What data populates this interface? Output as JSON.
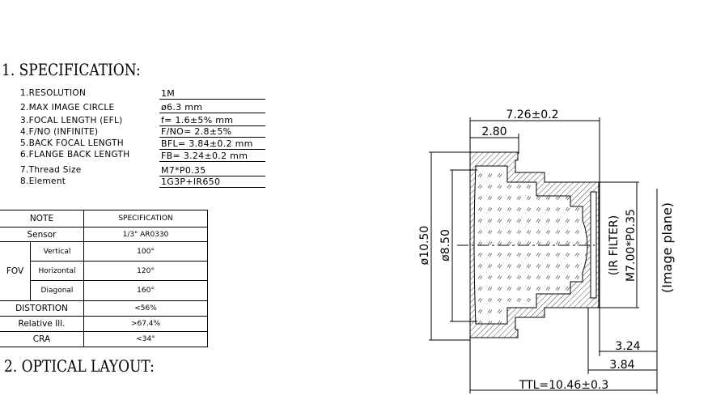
{
  "sections": {
    "spec_title": "1. SPECIFICATION:",
    "layout_title": "2. OPTICAL LAYOUT:"
  },
  "specs": [
    {
      "label": "1.RESOLUTION",
      "value": "1M"
    },
    {
      "label": "2.MAX IMAGE CIRCLE",
      "value": "ø6.3   mm"
    },
    {
      "label": "3.FOCAL LENGTH (EFL)",
      "value": "f= 1.6±5%  mm"
    },
    {
      "label": "4.F/NO (INFINITE)",
      "value": "F/NO= 2.8±5%"
    },
    {
      "label": "5.BACK FOCAL LENGTH",
      "value": "BFL= 3.84±0.2 mm"
    },
    {
      "label": "6.FLANGE BACK LENGTH",
      "value": "FB= 3.24±0.2 mm"
    },
    {
      "label": "7.Thread Size",
      "value": "M7*P0.35"
    },
    {
      "label": "8.Element",
      "value": "1G3P+IR650"
    }
  ],
  "table": {
    "header": {
      "note": "NOTE",
      "spec": "SPECIFICATION"
    },
    "sensor": {
      "label": "Sensor",
      "value": "1/3\"  AR0330"
    },
    "fov": {
      "label": "FOV",
      "vertical": {
        "label": "Vertical",
        "value": "100°"
      },
      "horizontal": {
        "label": "Horizontal",
        "value": "120°"
      },
      "diagonal": {
        "label": "Diagonal",
        "value": "160°"
      }
    },
    "distortion": {
      "label": "DISTORTION",
      "value": "<56%"
    },
    "relative": {
      "label": "Relative Ill.",
      "value": ">67.4%"
    },
    "cra": {
      "label": "CRA",
      "value": "<34°"
    }
  },
  "drawing": {
    "overall_length": "7.26±0.2",
    "front_length": "2.80",
    "outer_dia": "ø10.50",
    "inner_dia": "ø8.50",
    "ir_filter": "(IR FILTER)",
    "thread": "M7.00*P0.35",
    "image_plane": "(Image  plane)",
    "fb": "3.24",
    "bfl": "3.84",
    "ttl": "TTL=10.46±0.3"
  }
}
